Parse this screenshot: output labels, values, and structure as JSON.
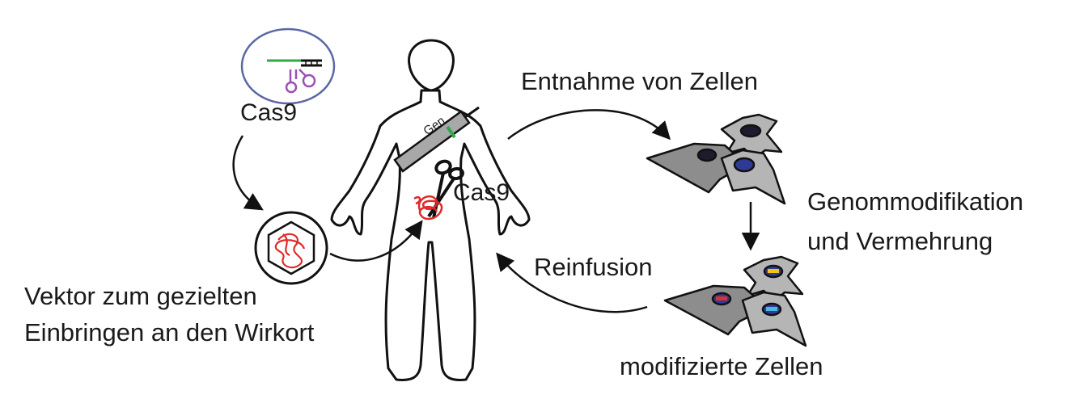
{
  "labels": {
    "cas9_top": "Cas9",
    "cas9_body": "Cas9",
    "gen": "Gen",
    "entnahme": "Entnahme von Zellen",
    "genom_line1": "Genommodifikation",
    "genom_line2": "und Vermehrung",
    "reinfusion": "Reinfusion",
    "modifiziert": "modifizierte Zellen",
    "vektor_line1": "Vektor zum gezielten",
    "vektor_line2": "Einbringen an den Wirkort"
  },
  "colors": {
    "outline": "#111111",
    "cas9_ellipse": "#5b68a6",
    "guide_rna": "#2fa84a",
    "cas9_protein": "#9c4fb5",
    "dna_red": "#e02a2a",
    "cell_dark": "#8d8d8d",
    "cell_light": "#b5b5b5",
    "nucleus_blue": "#2e3a94",
    "nucleus_dark": "#1c1c2e",
    "mod_red": "#d63232",
    "mod_yellow": "#f0c419",
    "mod_cyan": "#4ab7e8",
    "syringe": "#a8a8a8"
  }
}
